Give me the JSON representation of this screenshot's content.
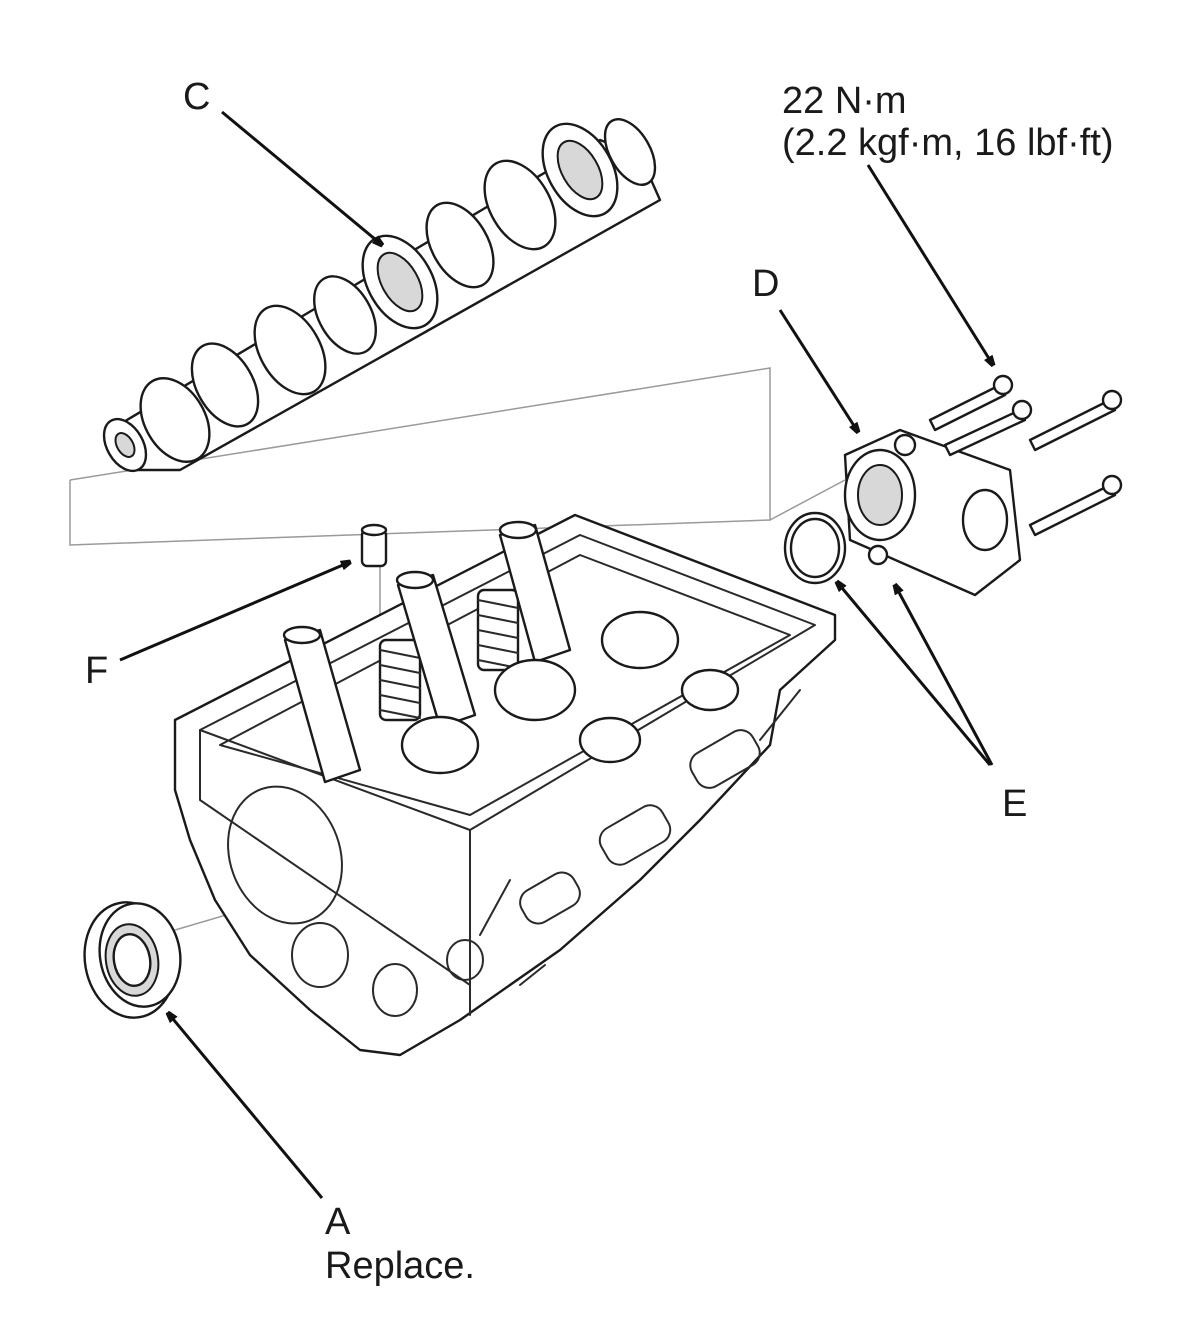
{
  "labels": {
    "a_letter": "A",
    "a_note": "Replace.",
    "c_letter": "C",
    "d_letter": "D",
    "e_letter": "E",
    "f_letter": "F",
    "torque_line1": "22 N·m",
    "torque_line2": "(2.2 kgf·m, 16 lbf·ft)"
  }
}
